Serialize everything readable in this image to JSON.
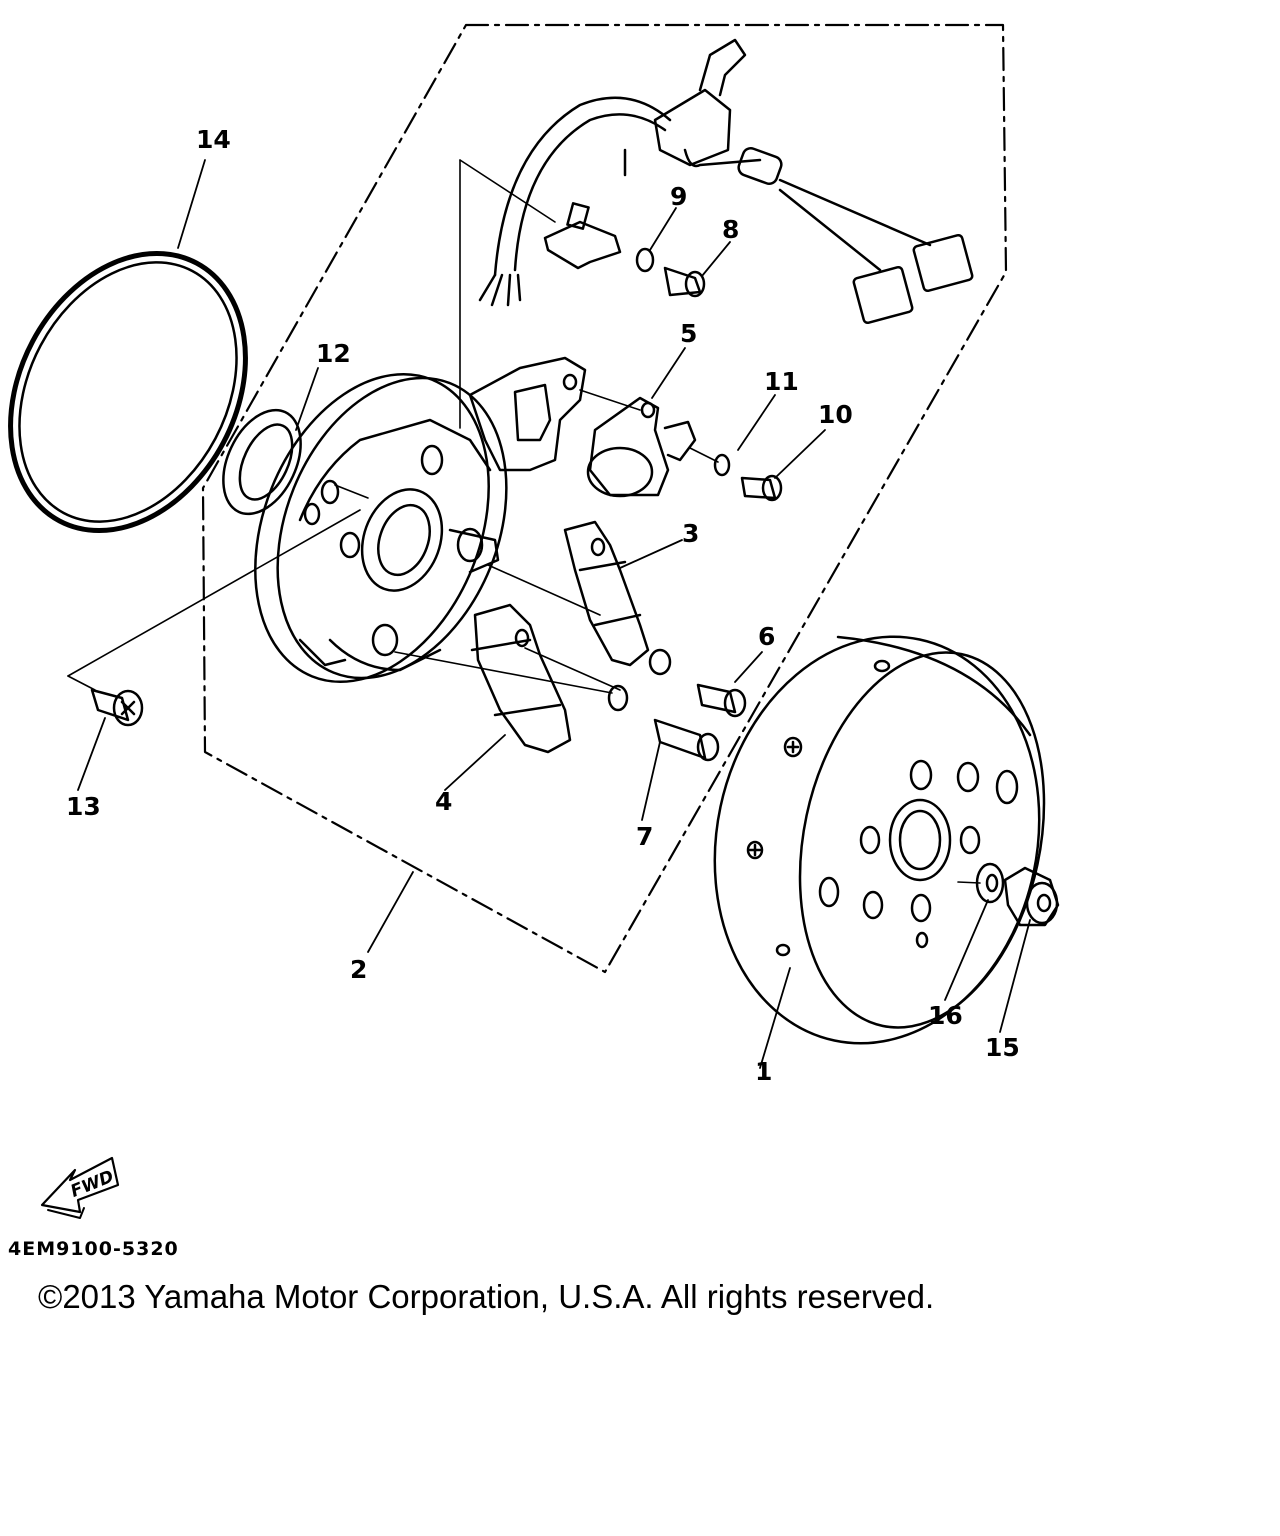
{
  "callouts": [
    {
      "id": "1",
      "label": "1"
    },
    {
      "id": "2",
      "label": "2"
    },
    {
      "id": "3",
      "label": "3"
    },
    {
      "id": "4",
      "label": "4"
    },
    {
      "id": "5",
      "label": "5"
    },
    {
      "id": "6",
      "label": "6"
    },
    {
      "id": "7",
      "label": "7"
    },
    {
      "id": "8",
      "label": "8"
    },
    {
      "id": "9",
      "label": "9"
    },
    {
      "id": "10",
      "label": "10"
    },
    {
      "id": "11",
      "label": "11"
    },
    {
      "id": "12",
      "label": "12"
    },
    {
      "id": "13",
      "label": "13"
    },
    {
      "id": "14",
      "label": "14"
    },
    {
      "id": "15",
      "label": "15"
    },
    {
      "id": "16",
      "label": "16"
    }
  ],
  "fwd_label": "FWD",
  "part_code": "4EM9100-5320",
  "copyright": "©2013 Yamaha Motor Corporation, U.S.A. All rights reserved."
}
